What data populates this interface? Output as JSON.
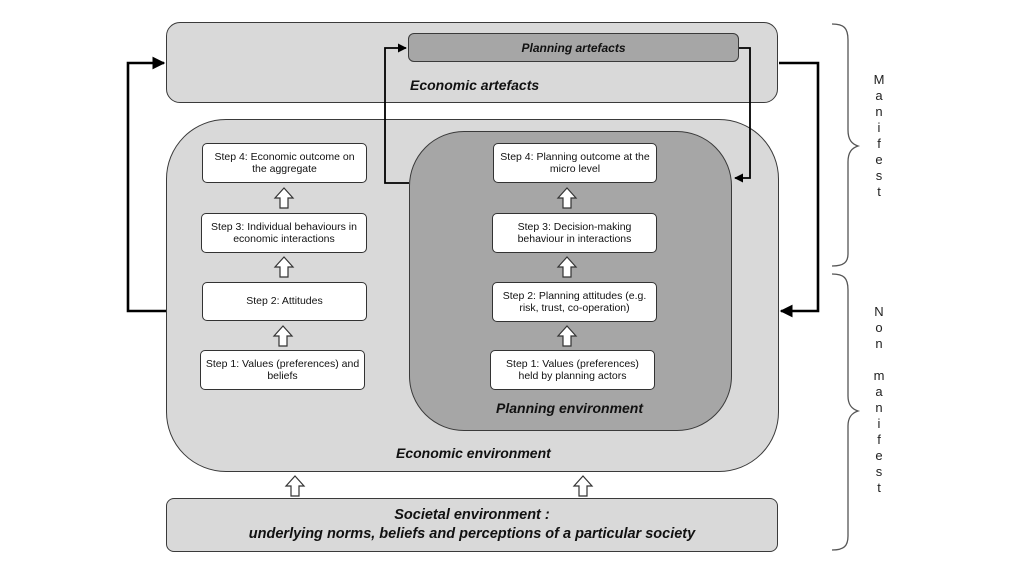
{
  "regions": {
    "economic_artefacts": "Economic artefacts",
    "planning_artefacts": "Planning artefacts",
    "economic_environment": "Economic environment",
    "planning_environment": "Planning environment",
    "societal_line1": "Societal environment :",
    "societal_line2": "underlying norms, beliefs and perceptions of a particular society"
  },
  "economic_steps": {
    "step4": "Step 4: Economic outcome on the aggregate",
    "step3": "Step 3: Individual behaviours in economic interactions",
    "step2": "Step 2: Attitudes",
    "step1": "Step 1: Values (preferences) and beliefs"
  },
  "planning_steps": {
    "step4": "Step 4: Planning outcome at the micro level",
    "step3": "Step 3: Decision-making behaviour in interactions",
    "step2": "Step 2: Planning attitudes (e.g. risk, trust, co-operation)",
    "step1": "Step 1: Values (preferences) held by planning actors"
  },
  "side_labels": {
    "manifest": [
      "M",
      "a",
      "n",
      "i",
      "f",
      "e",
      "s",
      "t"
    ],
    "non_manifest": [
      "N",
      "o",
      "n",
      "",
      "m",
      "a",
      "n",
      "i",
      "f",
      "e",
      "s",
      "t"
    ]
  },
  "colors": {
    "light_region": "#d9d9d9",
    "dark_region": "#a6a6a6",
    "step_box": "#ffffff"
  }
}
